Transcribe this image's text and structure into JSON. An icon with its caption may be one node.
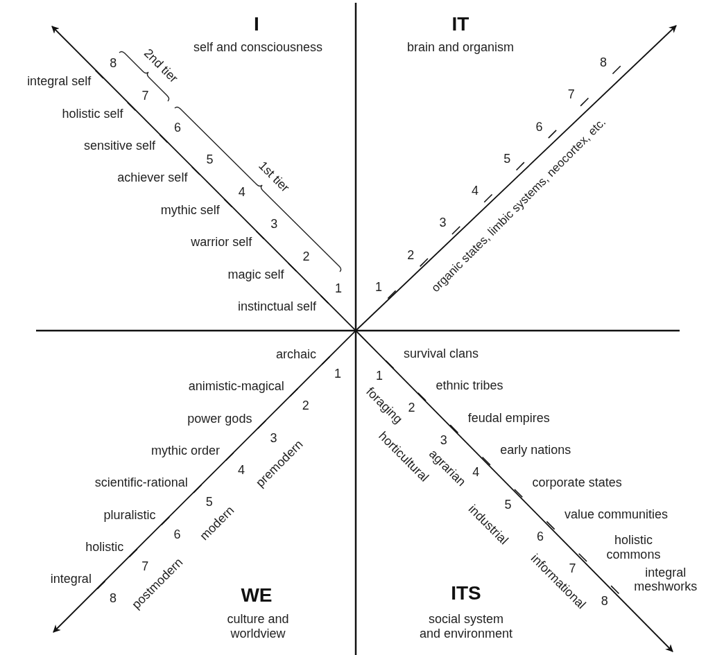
{
  "diagram": {
    "labels": [
      "I",
      "self and consciousness",
      "IT",
      "brain and organism",
      "2nd tier",
      "1st tier",
      "integral self",
      "8",
      "holistic self",
      "7",
      "sensitive self",
      "6",
      "achiever self",
      "5",
      "mythic self",
      "4",
      "warrior self",
      "3",
      "magic self",
      "2",
      "instinctual self",
      "1",
      "8",
      "7",
      "6",
      "5",
      "4",
      "3",
      "2",
      "1",
      "organic states, limbic systems, neocortex, etc.",
      "archaic",
      "1",
      "animistic-magical",
      "2",
      "power gods",
      "3",
      "mythic order",
      "4",
      "scientific-rational",
      "5",
      "pluralistic",
      "6",
      "holistic",
      "7",
      "integral",
      "8",
      "survival clans",
      "1",
      "ethnic tribes",
      "2",
      "feudal empires",
      "3",
      "early nations",
      "4",
      "corporate states",
      "5",
      "value communities",
      "6",
      "holistic commons",
      "7",
      "integral meshworks",
      "8",
      "premodern",
      "modern",
      "postmodern",
      "foraging",
      "horticultural",
      "agrarian",
      "industrial",
      "informational",
      "WE",
      "culture and worldview",
      "ITS",
      "social system and environment"
    ]
  }
}
